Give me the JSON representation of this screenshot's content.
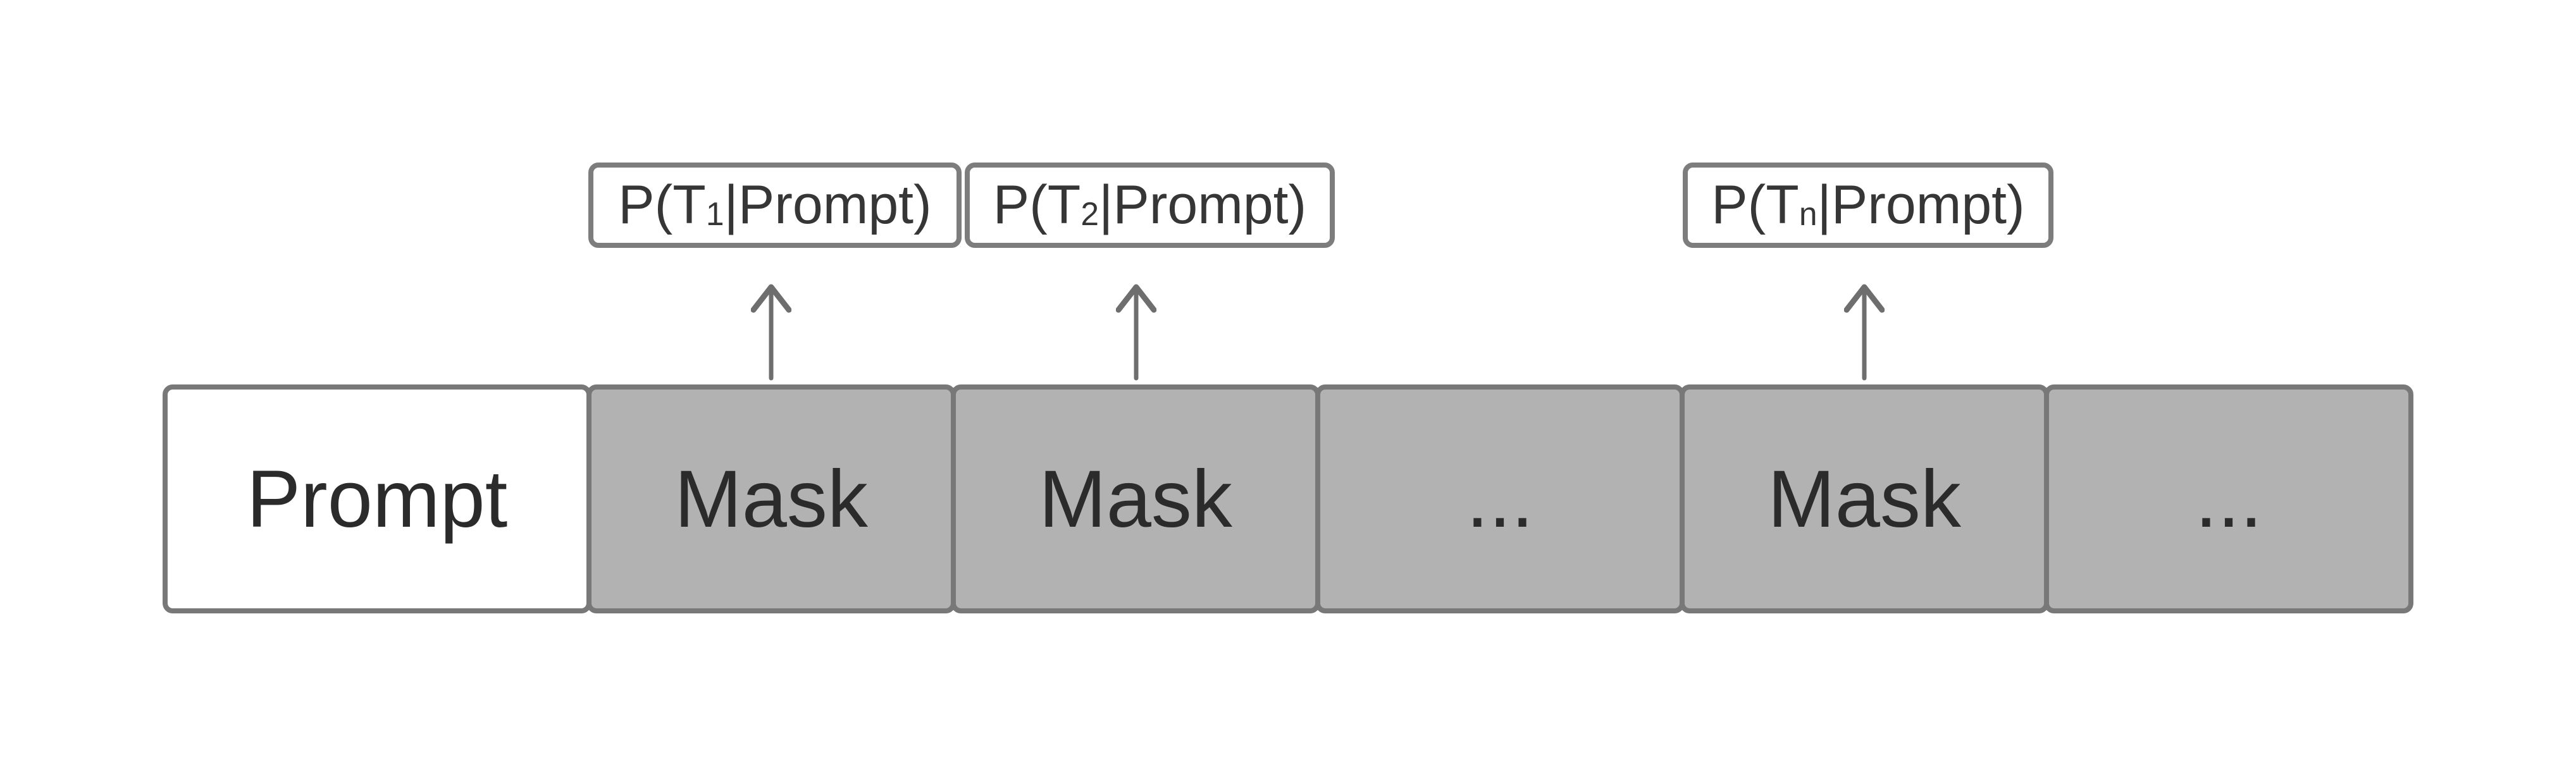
{
  "figure": {
    "prob_labels": [
      {
        "pre": "P(T",
        "sub": "1",
        "post": "|Prompt)"
      },
      {
        "pre": "P(T",
        "sub": "2",
        "post": "|Prompt)"
      },
      {
        "pre": "P(T",
        "sub": "n",
        "post": "|Prompt)"
      }
    ],
    "tokens": [
      {
        "label": "Prompt",
        "type": "prompt"
      },
      {
        "label": "Mask",
        "type": "mask"
      },
      {
        "label": "Mask",
        "type": "mask"
      },
      {
        "label": "...",
        "type": "ellipsis"
      },
      {
        "label": "Mask",
        "type": "mask"
      },
      {
        "label": "...",
        "type": "ellipsis"
      }
    ],
    "colors": {
      "mask_fill": "#b2b2b2",
      "prompt_fill": "#ffffff",
      "box_border": "#787878",
      "label_border": "#7d7d7d",
      "arrow": "#6e6e6e",
      "token_text": "#2b2b2b",
      "label_text": "#363636"
    }
  }
}
